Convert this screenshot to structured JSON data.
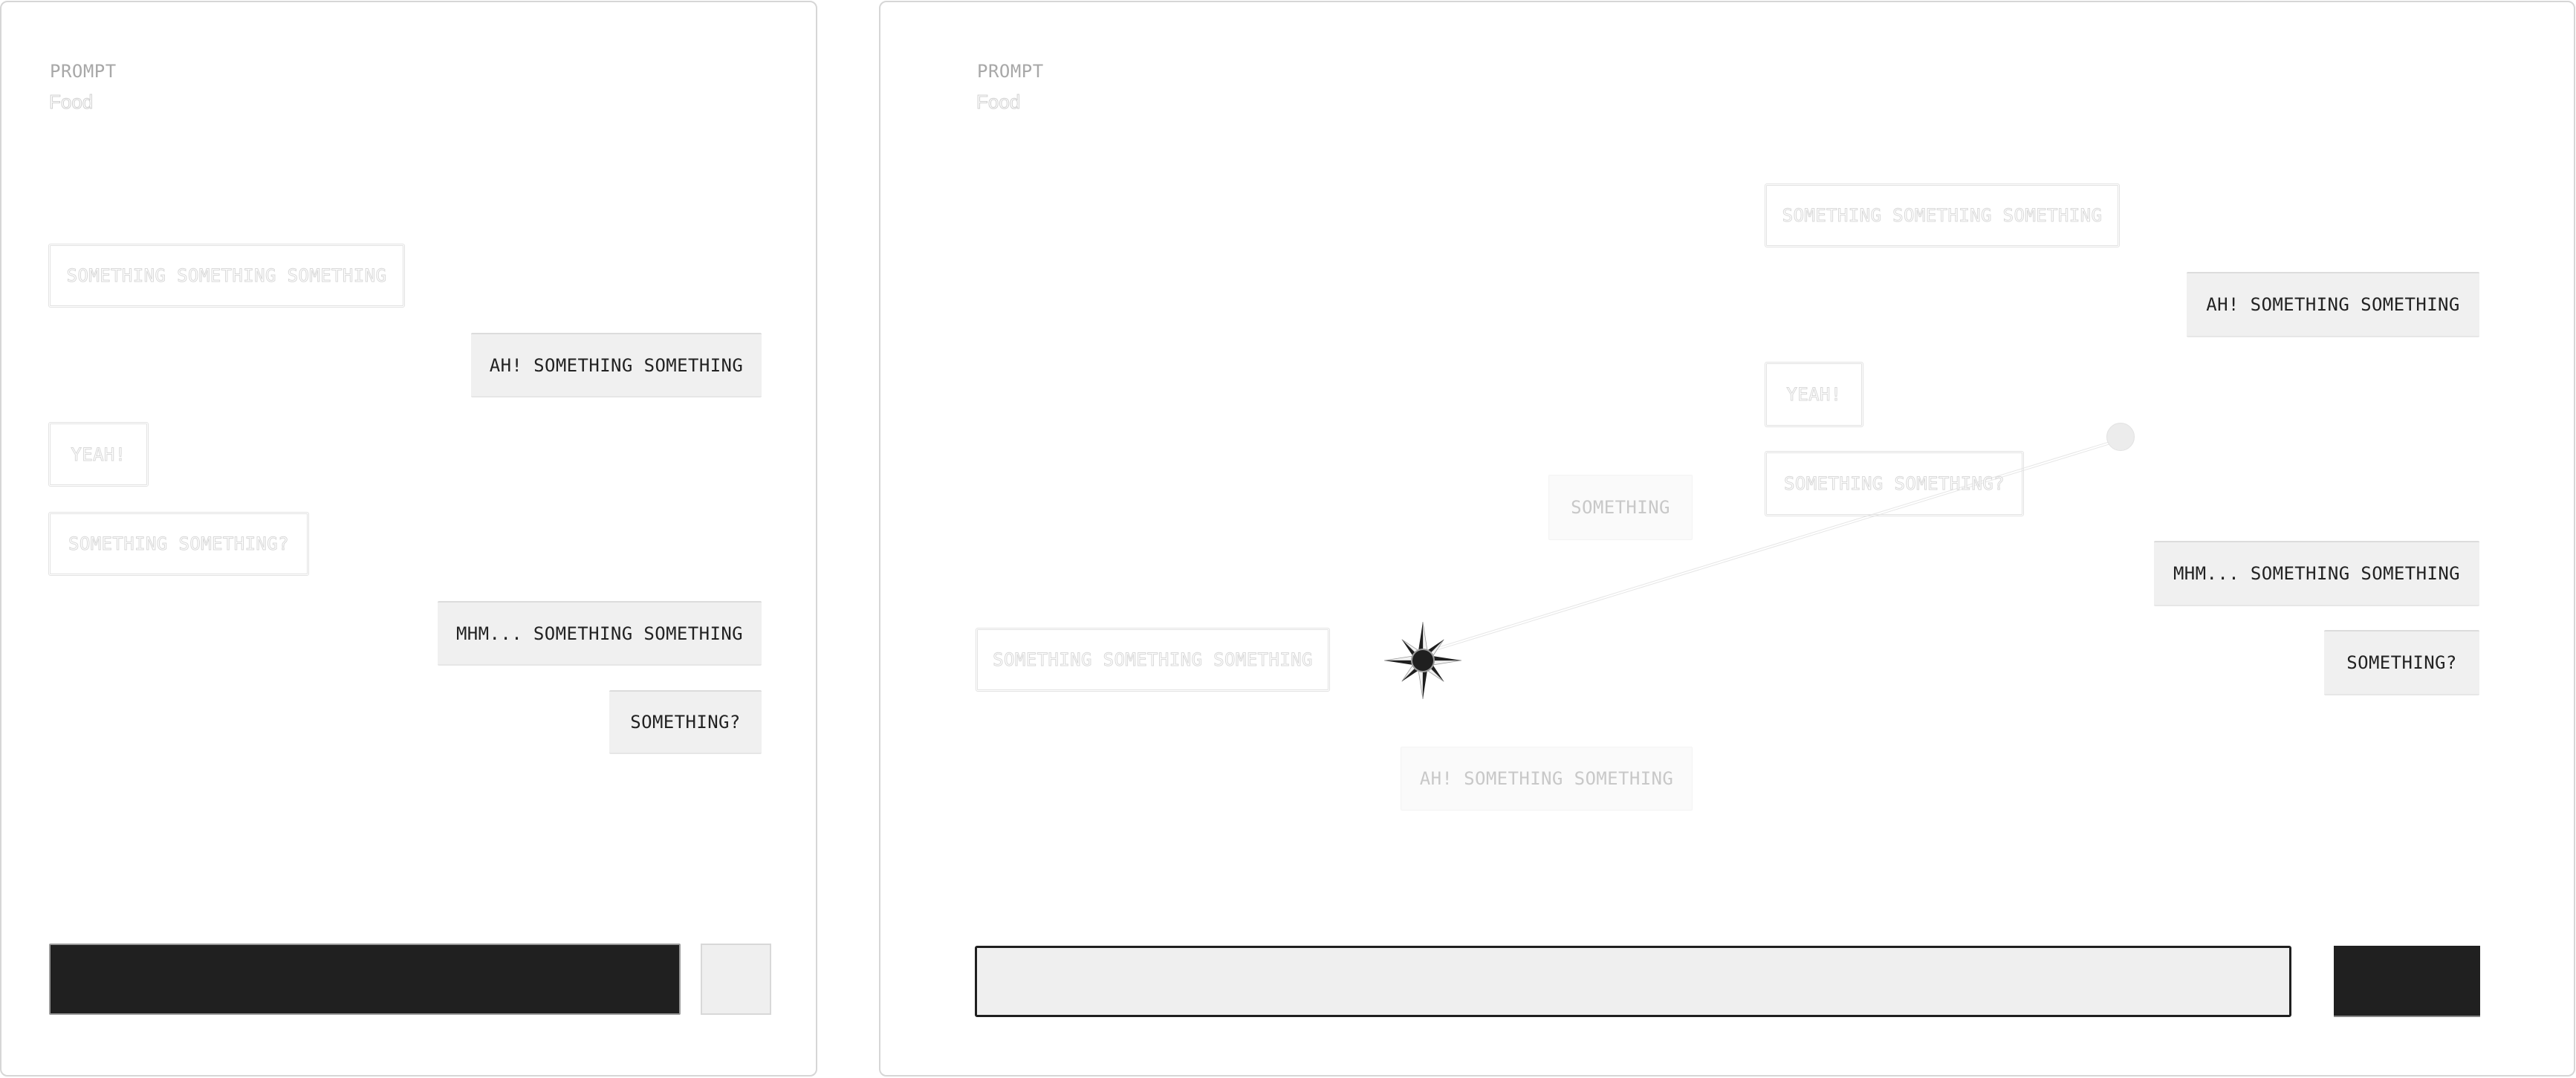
{
  "left_panel": {
    "prompt_label": "PROMPT",
    "prompt_value": "Food",
    "messages": [
      {
        "text": "SOMETHING SOMETHING SOMETHING",
        "role": "user",
        "state": "ghost"
      },
      {
        "text": "AH! SOMETHING SOMETHING",
        "role": "assistant",
        "state": "visible"
      },
      {
        "text": "YEAH!",
        "role": "user",
        "state": "ghost"
      },
      {
        "text": "SOMETHING SOMETHING?",
        "role": "user",
        "state": "ghost"
      },
      {
        "text": "MHM... SOMETHING SOMETHING",
        "role": "assistant",
        "state": "visible"
      },
      {
        "text": "SOMETHING?",
        "role": "assistant",
        "state": "visible"
      }
    ],
    "composer": {
      "input_value": "",
      "send_label": ""
    }
  },
  "right_panel": {
    "prompt_label": "PROMPT",
    "prompt_value": "Food",
    "messages": [
      {
        "text": "SOMETHING SOMETHING SOMETHING",
        "role": "user",
        "state": "ghost"
      },
      {
        "text": "AH! SOMETHING SOMETHING",
        "role": "assistant",
        "state": "visible"
      },
      {
        "text": "YEAH!",
        "role": "user",
        "state": "ghost"
      },
      {
        "text": "SOMETHING SOMETHING?",
        "role": "user",
        "state": "ghost"
      },
      {
        "text": "MHM... SOMETHING SOMETHING",
        "role": "assistant",
        "state": "visible"
      },
      {
        "text": "SOMETHING?",
        "role": "assistant",
        "state": "visible"
      }
    ],
    "floating": [
      {
        "text": "SOMETHING",
        "state": "faded"
      },
      {
        "text": "SOMETHING SOMETHING SOMETHING",
        "state": "ghost"
      },
      {
        "text": "AH! SOMETHING SOMETHING",
        "state": "faded"
      }
    ],
    "cursor_icon": "compass-star-icon",
    "anchor_icon": "drag-handle-dot-icon",
    "composer": {
      "input_value": "",
      "send_label": ""
    }
  },
  "colors": {
    "assistant_bubble_bg": "#f0f0f0",
    "assistant_text": "#222222",
    "ghost_border": "#e2e2e2",
    "faded_text": "#c8c8c8",
    "dark": "#202020",
    "panel_border": "#d6d6d6"
  }
}
